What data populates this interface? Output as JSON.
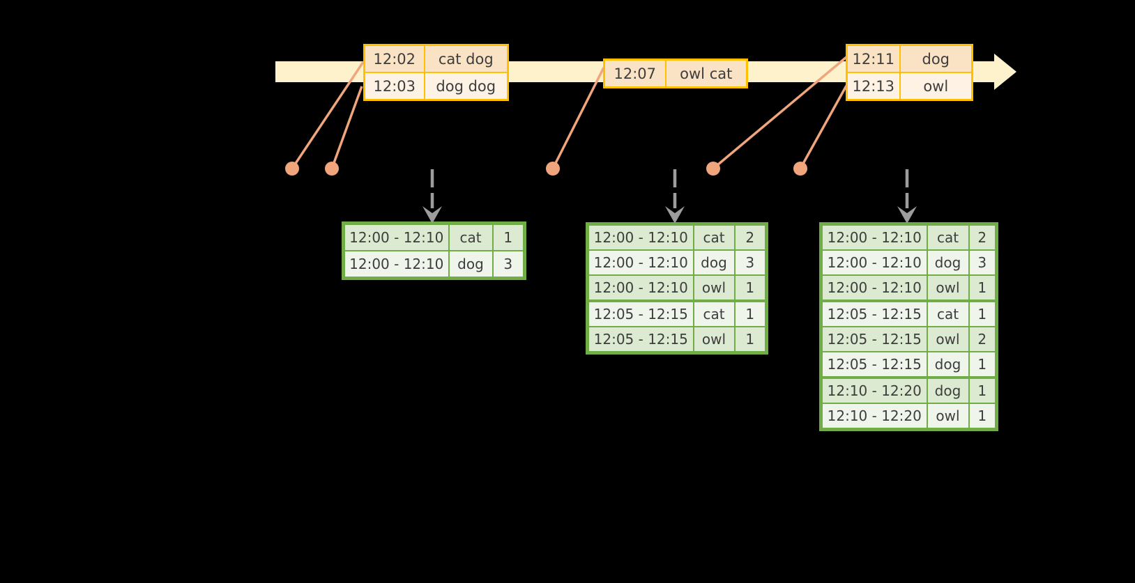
{
  "diagram": {
    "description": "Sliding-window word-count stream diagram: timed word events on a timeline feed windowed count result tables"
  },
  "colors": {
    "background": "#000000",
    "timeline_fill": "#FDF2CC",
    "event_border": "#FFC000",
    "event_row_peach": "#FAE3C4",
    "event_row_cream": "#FDF2E3",
    "marker": "#F0A57C",
    "dashed_arrow": "#9D9D9D",
    "result_border": "#70AD47",
    "result_row_dark": "#DDEAD2",
    "result_row_light": "#EFF5EB",
    "text": "#3D3D3D"
  },
  "icons": {
    "timeline-arrow": "right-pointing pale-yellow band arrow",
    "event-marker-dot": "salmon filled circle",
    "leader-line": "salmon diagonal connector line",
    "trigger-arrow-icon": "gray dashed vertical arrow with chevron head"
  },
  "timeline": {
    "event_tables": [
      {
        "rows": [
          {
            "time": "12:02",
            "words": "cat dog",
            "shade": "peach"
          },
          {
            "time": "12:03",
            "words": "dog dog",
            "shade": "cream"
          }
        ]
      },
      {
        "rows": [
          {
            "time": "12:07",
            "words": "owl cat",
            "shade": "peach"
          }
        ]
      },
      {
        "rows": [
          {
            "time": "12:11",
            "words": "dog",
            "shade": "peach"
          },
          {
            "time": "12:13",
            "words": "owl",
            "shade": "cream"
          }
        ]
      }
    ]
  },
  "result_tables": [
    {
      "rows": [
        {
          "window": "12:00 - 12:10",
          "word": "cat",
          "count": "1"
        },
        {
          "window": "12:00 - 12:10",
          "word": "dog",
          "count": "3"
        }
      ]
    },
    {
      "rows": [
        {
          "window": "12:00 - 12:10",
          "word": "cat",
          "count": "2"
        },
        {
          "window": "12:00 - 12:10",
          "word": "dog",
          "count": "3"
        },
        {
          "window": "12:00 - 12:10",
          "word": "owl",
          "count": "1"
        },
        {
          "window": "12:05 - 12:15",
          "word": "cat",
          "count": "1",
          "thick_top": true
        },
        {
          "window": "12:05 - 12:15",
          "word": "owl",
          "count": "1"
        }
      ]
    },
    {
      "rows": [
        {
          "window": "12:00 - 12:10",
          "word": "cat",
          "count": "2"
        },
        {
          "window": "12:00 - 12:10",
          "word": "dog",
          "count": "3"
        },
        {
          "window": "12:00 - 12:10",
          "word": "owl",
          "count": "1"
        },
        {
          "window": "12:05 - 12:15",
          "word": "cat",
          "count": "1",
          "thick_top": true
        },
        {
          "window": "12:05 - 12:15",
          "word": "owl",
          "count": "2"
        },
        {
          "window": "12:05 - 12:15",
          "word": "dog",
          "count": "1"
        },
        {
          "window": "12:10 - 12:20",
          "word": "dog",
          "count": "1",
          "thick_top": true
        },
        {
          "window": "12:10 - 12:20",
          "word": "owl",
          "count": "1"
        }
      ]
    }
  ]
}
